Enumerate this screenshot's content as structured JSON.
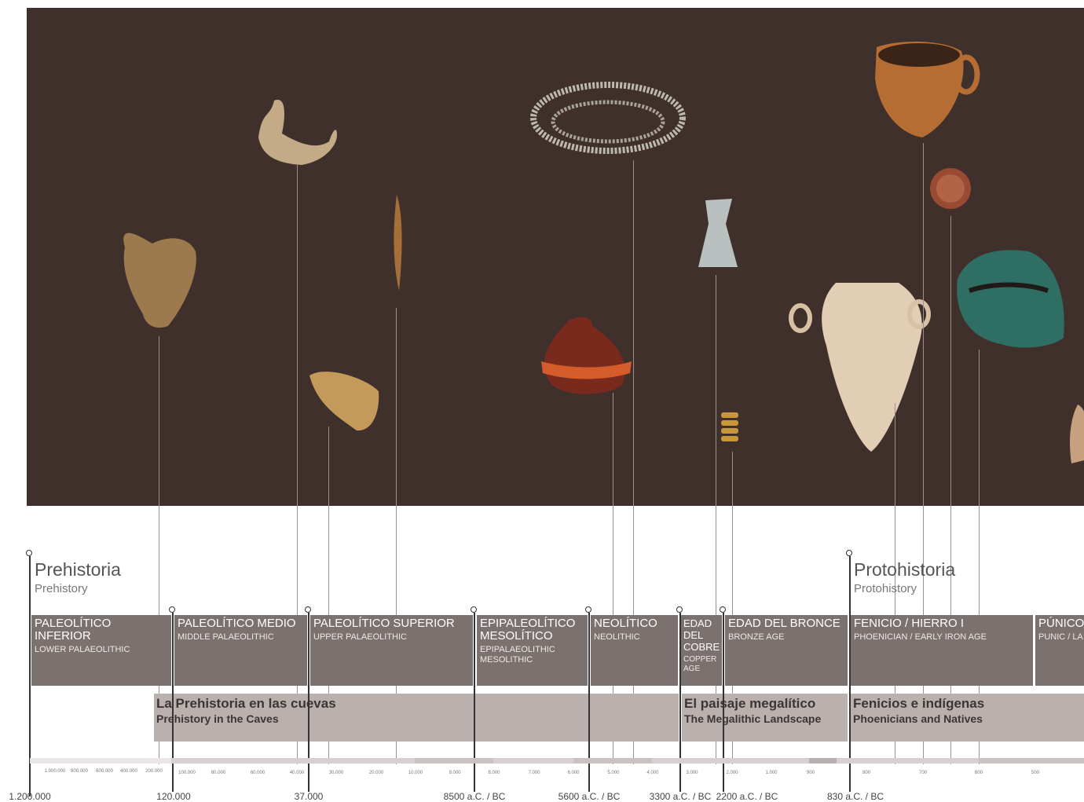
{
  "eras": {
    "prehistory": {
      "title": "Prehistoria",
      "subtitle": "Prehistory"
    },
    "protohistory": {
      "title": "Protohistoria",
      "subtitle": "Protohistory"
    }
  },
  "periods": [
    {
      "es": "PALEOLÍTICO INFERIOR",
      "en": "LOWER PALAEOLITHIC"
    },
    {
      "es": "PALEOLÍTICO MEDIO",
      "en": "MIDDLE PALAEOLITHIC"
    },
    {
      "es": "PALEOLÍTICO SUPERIOR",
      "en": "UPPER PALAEOLITHIC"
    },
    {
      "es": "EPIPALEOLÍTICO MESOLÍTICO",
      "en": "EPIPALAEOLITHIC MESOLITHIC"
    },
    {
      "es": "NEOLÍTICO",
      "en": "NEOLITHIC"
    },
    {
      "es": "EDAD DEL COBRE",
      "en": "COPPER AGE"
    },
    {
      "es": "EDAD DEL BRONCE",
      "en": "BRONZE AGE"
    },
    {
      "es": "FENICIO / HIERRO I",
      "en": "PHOENICIAN / EARLY IRON AGE"
    },
    {
      "es": "PÚNICO",
      "en": "PUNIC / LA"
    }
  ],
  "exhibits": [
    {
      "es": "La Prehistoria en las cuevas",
      "en": "Prehistory in the Caves"
    },
    {
      "es": "El paisaje megalítico",
      "en": "The Megalithic Landscape"
    },
    {
      "es": "Fenicios e indígenas",
      "en": "Phoenicians and Natives"
    }
  ],
  "scale_ticks": [
    "1.000.000",
    "800.000",
    "600.000",
    "400.000",
    "200.000",
    "100.000",
    "80.000",
    "60.000",
    "40.000",
    "30.000",
    "20.000",
    "10.000",
    "9.000",
    "8.000",
    "7.000",
    "6.000",
    "5.000",
    "4.000",
    "3.000",
    "2.000",
    "1.000",
    "900",
    "800",
    "700",
    "600",
    "500"
  ],
  "date_labels": [
    "1.200.000",
    "120.000",
    "37.000",
    "8500 a.C. / BC",
    "5600 a.C. / BC",
    "3300 a.C. / BC",
    "2200 a.C. / BC",
    "830 a.C. / BC"
  ],
  "colors": {
    "panel": "#3f302c",
    "period": "#7b716e",
    "exhibit": "#bab1ae",
    "marker": "#333333"
  },
  "artifacts": [
    "hand-axe",
    "jawbone",
    "blade",
    "bone-fragment",
    "bead-necklace",
    "painted-vase",
    "copper-axe",
    "gold-spiral",
    "amphora",
    "cooking-pot",
    "seal-medallion",
    "bronze-helmet",
    "punic-fragment"
  ]
}
